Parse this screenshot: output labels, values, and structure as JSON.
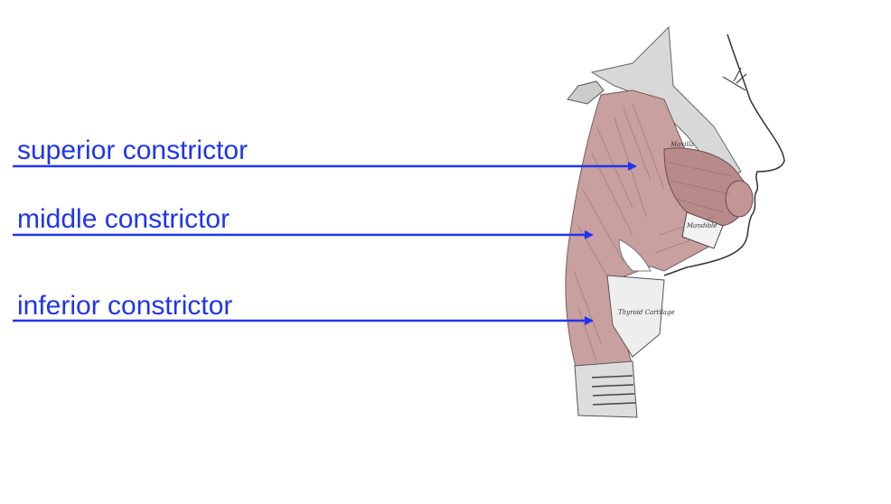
{
  "labels": {
    "superior": "superior constrictor",
    "middle": "middle constrictor",
    "inferior": "inferior constrictor"
  },
  "illustration": {
    "maxilla": "Maxilla",
    "mandible": "Mandible",
    "thyroid": "Thyroid Cartilage"
  },
  "colors": {
    "label_blue": "#1f35ee",
    "muscle": "#c9a0a0"
  }
}
